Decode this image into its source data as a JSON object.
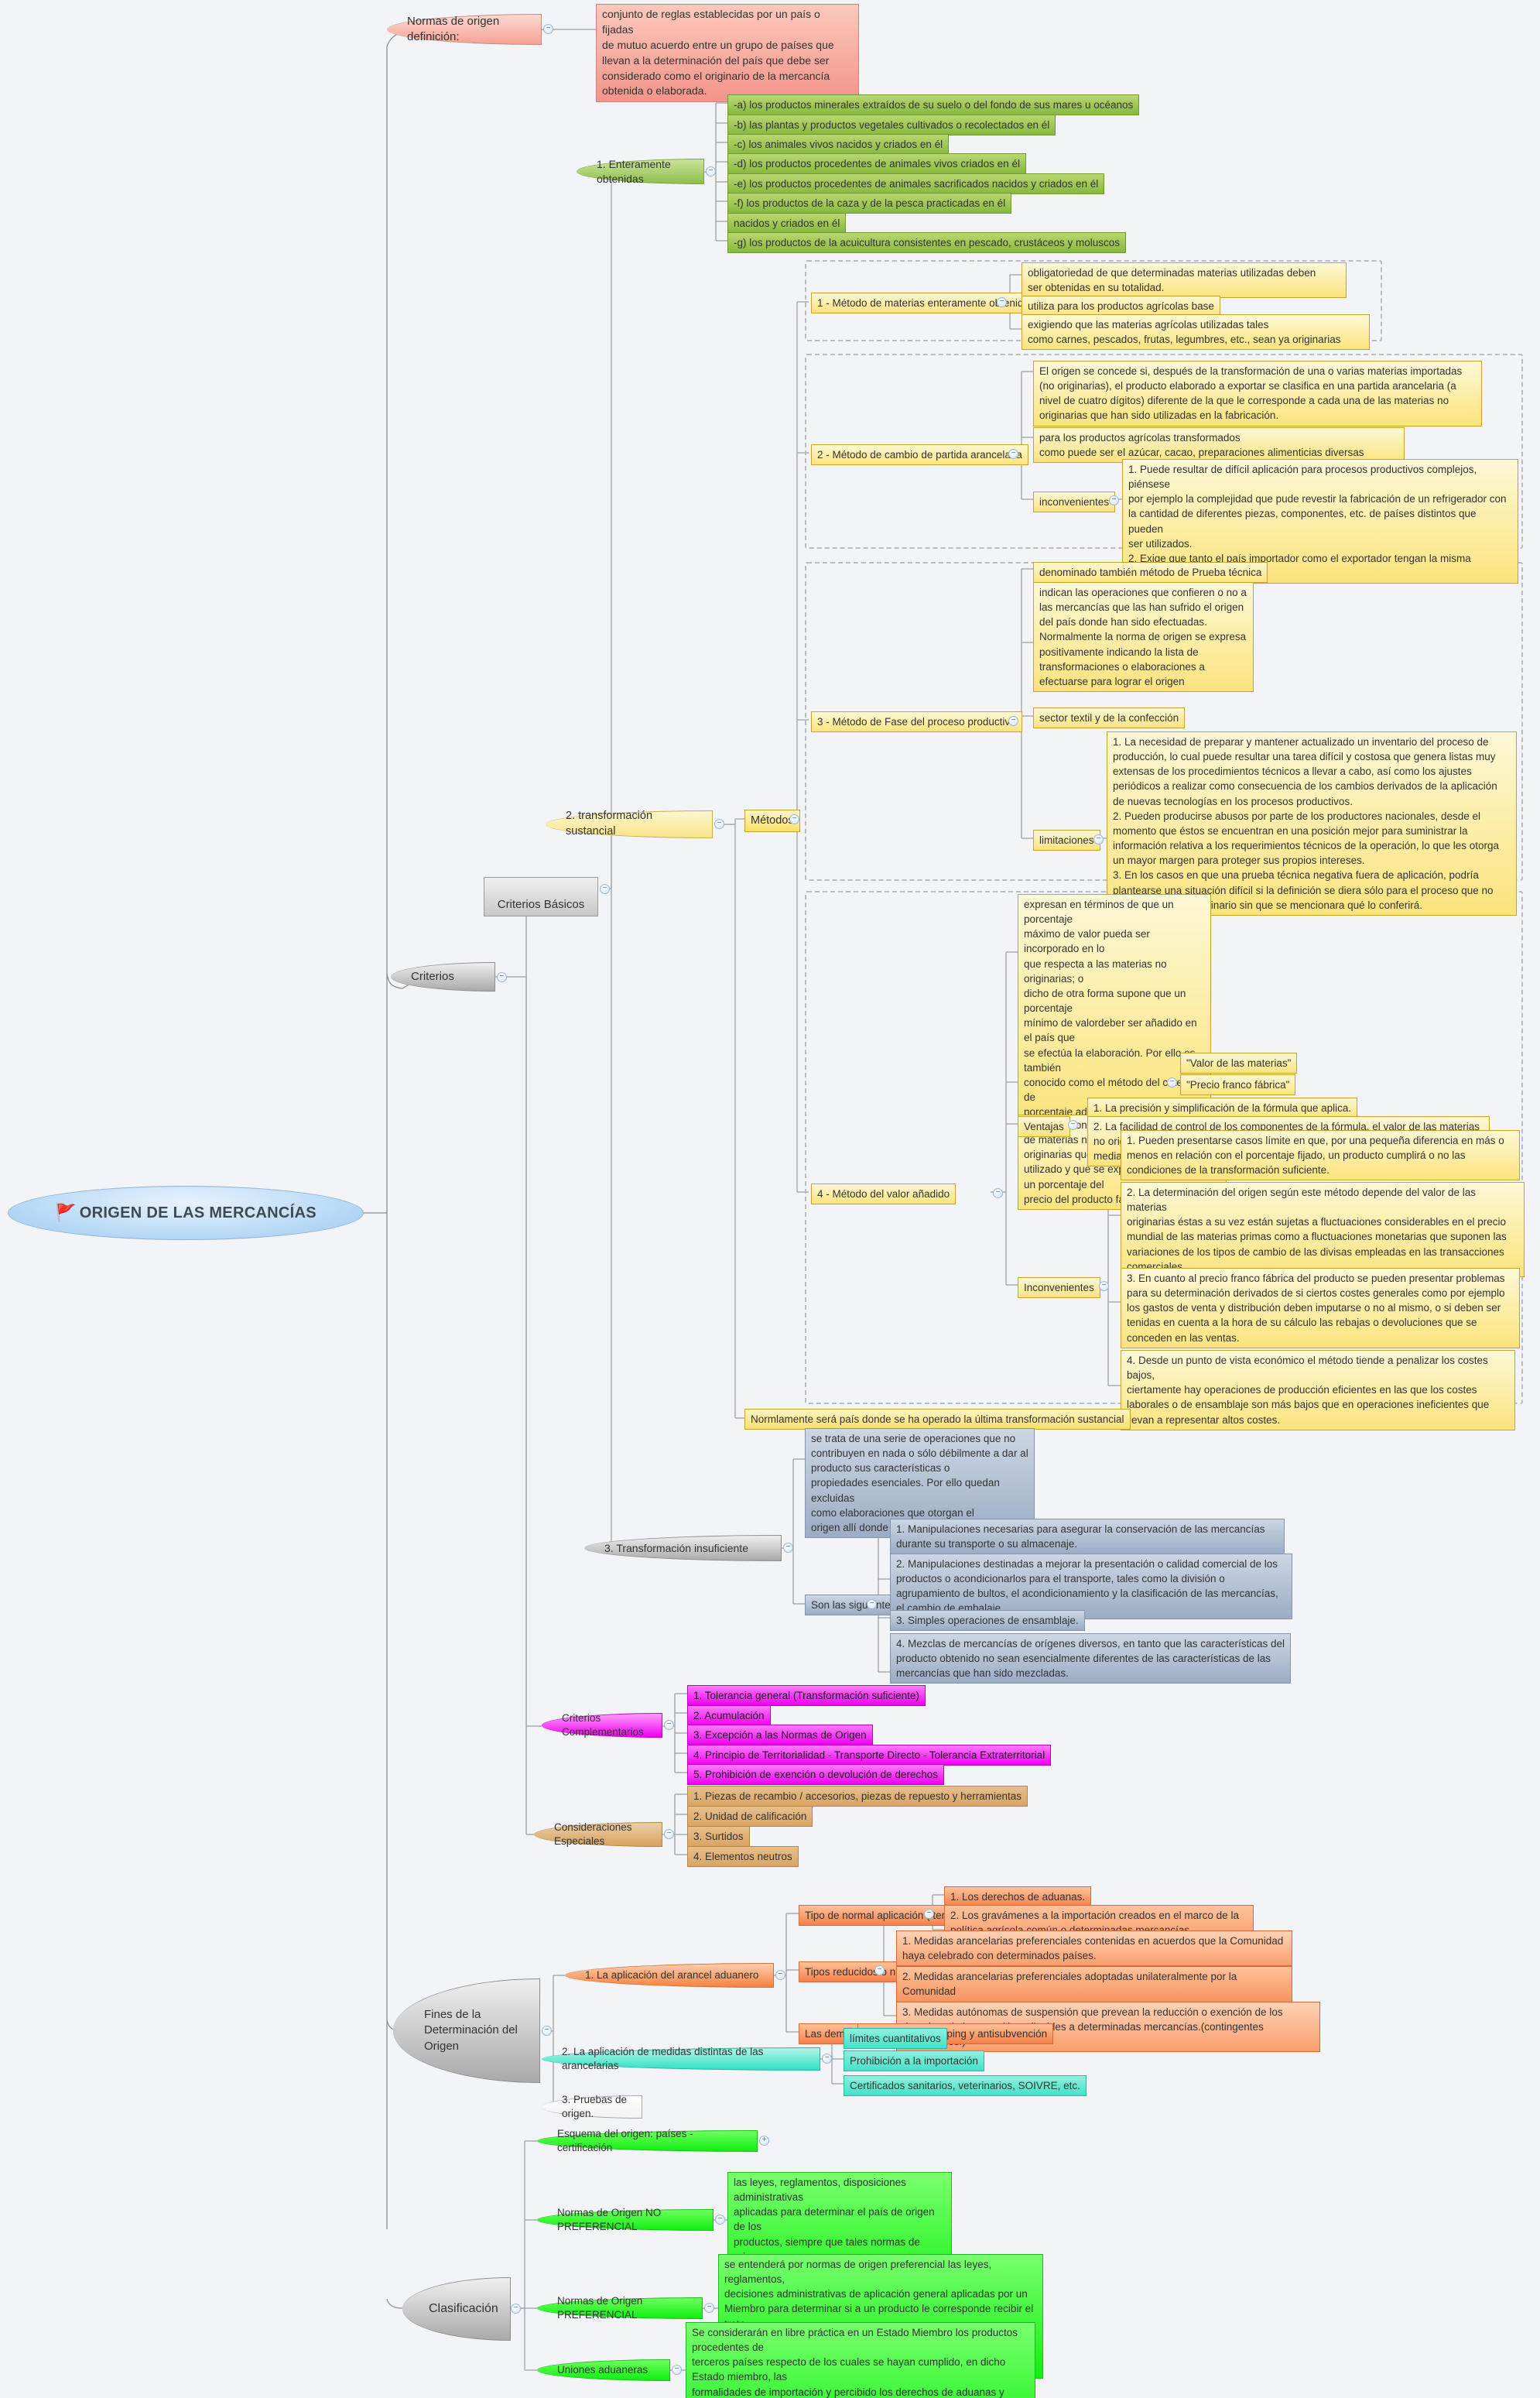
{
  "root": {
    "label": "ORIGEN DE LAS MERCANCÍAS",
    "icon": "flag-icon"
  },
  "branches": {
    "normas_definicion": {
      "label": "Normas de origen definición:",
      "detail": "conjunto de reglas establecidas por un país o fijadas\nde mutuo acuerdo entre un grupo de  países que\nllevan a la determinación del país que debe ser\nconsiderado como el originario de la mercancía\nobtenida o elaborada."
    },
    "criterios": {
      "label": "Criterios",
      "basicos": {
        "label": "Criterios Básicos",
        "enteramente": {
          "label": "1. Enteramente obtenidas",
          "items": [
            "-a) los productos minerales extraídos de su suelo o del fondo de sus mares u océanos",
            "-b) las plantas y productos vegetales cultivados o recolectados en él",
            "-c) los animales vivos nacidos y criados en él",
            "-d) los productos procedentes de animales vivos criados en él",
            "-e) los productos procedentes de animales sacrificados nacidos y criados en él",
            "-f) los productos de la caza y de la pesca practicadas en él",
            "nacidos y criados en él",
            "-g) los productos de la acuicultura consistentes en pescado, crustáceos y moluscos"
          ]
        },
        "transformacion_sustancial": {
          "label": "2. transformación sustancial",
          "metodos_label": "Métodos",
          "metodo1": {
            "label": "1 - Método de materias enteramente obtenidas",
            "items": [
              "obligatoriedad de que determinadas materias utilizadas deben\nser obtenidas en su totalidad.",
              "utiliza para los productos agrícolas base",
              "exigiendo que las materias agrícolas utilizadas tales\ncomo carnes, pescados, frutas, legumbres, etc., sean ya originarias"
            ]
          },
          "metodo2": {
            "label": "2 - Método de cambio de partida arancelaria",
            "items": [
              "El origen se concede si, después de la transformación de una o varias materias importadas\n(no originarias), el producto elaborado a exportar se clasifica en una partida arancelaria (a\nnivel de cuatro dígitos) diferente de la que le corresponde a cada una de las materias no\noriginarias que han sido utilizadas en la fabricación.",
              "para los productos agrícolas transformados\ncomo puede ser el azúcar, cacao, preparaciones alimenticias diversas"
            ],
            "inconvenientes_label": "inconvenientes",
            "inconvenientes_text": "1. Puede resultar de difícil aplicación para procesos productivos complejos, piénsese\npor ejemplo la complejidad que pude revestir la fabricación de un refrigerador con\nla cantidad de diferentes piezas, componentes, etc. de países distintos que pueden\nser utilizados.\n2. Exige que tanto el país importador como el exportador tengan la misma\nnomenclatura arancelaria."
          },
          "metodo3": {
            "label": "3 - Método de Fase del proceso productivo",
            "items": [
              "denominado también método de Prueba técnica",
              "indican las operaciones que confieren o no a\nlas mercancías que las han sufrido el origen\ndel país donde han sido efectuadas.\nNormalmente la norma de origen se expresa\npositivamente indicando la lista de\ntransformaciones o elaboraciones a\nefectuarse para lograr el origen",
              "sector textil y de la confección"
            ],
            "limitaciones_label": "limitaciones",
            "limitaciones_text": "1. La necesidad de preparar y mantener actualizado un inventario del proceso de\nproducción, lo cual puede resultar una tarea difícil y costosa que genera listas muy\nextensas de los procedimientos técnicos a llevar a cabo, así como los ajustes\nperiódicos a realizar como consecuencia de los cambios derivados de la aplicación\nde nuevas tecnologías en los procesos productivos.\n2. Pueden producirse abusos por parte de los productores nacionales, desde el\nmomento que éstos se encuentran en una posición mejor para suministrar la\ninformación relativa a los requerimientos técnicos de la operación, lo que les otorga\nun mayor margen para proteger sus propios intereses.\n3. En los casos en que una prueba técnica negativa fuera de aplicación, podría\nplantearse una situación difícil si la definición se diera sólo para el proceso que no\nconfiere carácter originario sin que se mencionara qué lo conferirá."
          },
          "metodo4": {
            "label": "4 - Método del valor añadido",
            "items": [
              "expresan en términos de que un porcentaje\nmáximo de valor pueda ser incorporado en lo\nque respecta a las materias no originarias; o\ndicho de otra forma supone que un porcentaje\nmínimo de valordeber ser añadido en el país que\nse efectúa la elaboración. Por ello es también\nconocido como el método del criterio de\nporcentaje ad valorem.",
              "El criterio consiste en fijar un valor mínimo de materias no\noriginarias que puede ser\nutilizado y que se expresa en función de un porcentaje del\nprecio del producto fabricado."
            ],
            "sub_items": [
              "\"Valor de las materias\"",
              "\"Precio franco fábrica\""
            ],
            "ventajas_label": "Ventajas",
            "ventajas": [
              "1. La precisión y simplificación de la fórmula que aplica.",
              "2. La facilidad de control de los componentes de la fórmula, el valor de las materias\nno originarias y el precio franco fábrica del producto pueden ser supervisados\nmediante documentos de importación, facturas, libros de contabilidad."
            ],
            "inconvenientes_label": "Inconvenientes",
            "inconvenientes": [
              "1. Pueden presentarse casos límite en que, por una pequeña diferencia en más o\nmenos en relación con el porcentaje fijado, un producto cumplirá o no las\ncondiciones de la transformación suficiente.",
              "2. La determinación del origen según este método depende del valor de las materias\noriginarias éstas a su vez están sujetas a fluctuaciones considerables en el precio\nmundial de las materias primas como a fluctuaciones monetarias que suponen las\nvariaciones de los tipos de cambio de las divisas empleadas en las transacciones\ncomerciales.",
              "3. En cuanto al precio franco fábrica del producto se pueden presentar problemas\npara su determinación derivados de si ciertos costes generales como por ejemplo\nlos gastos de venta y distribución deben imputarse o no al mismo, o si deben ser\ntenidas en cuenta a la hora de su cálculo las rebajas o devoluciones que se\nconceden en las ventas.",
              "4. Desde un punto de vista económico el método tiende a penalizar los costes bajos,\nciertamente hay operaciones de producción eficientes en las que los costes\nlaborales o de ensamblaje son más bajos que en operaciones ineficientes que\nllevan a representar altos costes."
            ]
          },
          "nota": "Normlamente será país donde se ha operado la última transformación sustancial"
        },
        "transformacion_insuficiente": {
          "label": "3. Transformación insuficiente",
          "detail": "se trata de una serie de operaciones que no\ncontribuyen en nada o sólo débilmente a dar al\nproducto sus características o\npropiedades esenciales. Por ello quedan excluidas\ncomo elaboraciones que otorgan el\norigen allí donde se produzcan.",
          "relaciones_label": "Son las siguientes relaciones:",
          "relaciones": [
            "1. Manipulaciones necesarias para asegurar la conservación de las mercancías\ndurante su transporte o su almacenaje.",
            "2. Manipulaciones destinadas a mejorar la presentación o calidad comercial de los\nproductos o acondicionarlos para el transporte, tales como la división o\nagrupamiento de bultos, el acondicionamiento y la clasificación de las mercancías,\nel cambio de embalaje.",
            "3. Simples operaciones de ensamblaje.",
            "4. Mezclas de mercancías de orígenes diversos, en tanto que las características del\nproducto obtenido no sean esencialmente diferentes de las características de las\nmercancías que han sido mezcladas."
          ]
        }
      },
      "complementarios": {
        "label": "Criterios Complementarios",
        "items": [
          "1. Tolerancia general (Transformación suficiente)",
          "2. Acumulación",
          "3. Excepción a las Normas de Origen",
          "4. Principio de Territorialidad - Transporte Directo - Tolerancia Extraterritorial",
          "5. Prohibición de exención o devolución de derechos"
        ]
      },
      "especiales": {
        "label": "Consideraciones Especiales",
        "items": [
          "1. Piezas de recambio / accesorios, piezas de repuesto y herramientas",
          "2. Unidad de calificación",
          "3. Surtidos",
          "4. Elementos neutros"
        ]
      }
    },
    "fines": {
      "label": "Fines de la\nDeterminación del\nOrigen",
      "arancel": {
        "label": "1. La aplicación del arancel aduanero",
        "normal_label": "Tipo de normal aplicación ( terceros)",
        "normal_items": [
          "1. Los derechos de aduanas.",
          "2. Los gravámenes a la importación creados en el marco de la\npolítica agrícola común o determinadas mercancías derivadasde\nla transformación de productos agrícolas."
        ],
        "reducidos_label": "Tipos reducidos o nulos",
        "reducidos_items": [
          "1. Medidas arancelarias preferenciales contenidas en acuerdos que la Comunidad\nhaya celebrado con determinados países.",
          "2. Medidas arancelarias preferenciales adoptadas unilateralmente por la Comunidad\nen favor de determinados países (SPG).",
          "3. Medidas autónomas de suspensión que prevean la reducción o exención de los\nderechos de importación aplicables a determinadas mercancías.(contingentes arancelarios.)"
        ],
        "demas_label": "Las demás",
        "demas_item": "derechos antidumping y antisubvención"
      },
      "medidas": {
        "label": "2. La aplicación de medidas distintas de las arancelarias",
        "items": [
          "límites cuantitativos",
          "Prohibición a la importación",
          "Certificados sanitarios, veterinarios, SOIVRE, etc."
        ]
      },
      "pruebas": {
        "label": "3. Pruebas de origen."
      }
    },
    "clasificacion": {
      "label": "Clasificación",
      "esquema": {
        "label": "Esquema del origen: países - certificación"
      },
      "no_preferencial": {
        "label": "Normas de Origen NO PREFERENCIAL",
        "detail": "las leyes, reglamentos, disposiciones administrativas\naplicadas para determinar el país de origen de los\nproductos, siempre que tales normas de origen no\nestén relacionadas con regímenes de comercio\ncontractuales o autónomos"
      },
      "preferencial": {
        "label": "Normas de Origen PREFERENCIAL",
        "detail": "se entenderá por normas de origen preferencial las leyes, reglamentos,\ndecisiones administrativas de aplicación general aplicadas por un\nMiembro para determinar si a un producto le corresponde recibir el trato\npreferencial previsto en virtud de regímenes de comercio contractuales o\nautónomos"
      },
      "uniones": {
        "label": "Uniones aduaneras",
        "detail": "Se considerarán en libre práctica en un Estado Miembro los productos procedentes de\nterceros países respecto de los cuales se hayan cumplido, en dicho Estado miembro, las\nformalidades de importación y percibido los derechos de aduanas y cualesquiera otras\nexacciones de efecto equivalente exigibles, siempre que no se hubiesen beneficiado de\nuna devolución total o parcial de los mismos\"."
      }
    }
  },
  "handles": {
    "collapse": "−",
    "expand": "+"
  }
}
